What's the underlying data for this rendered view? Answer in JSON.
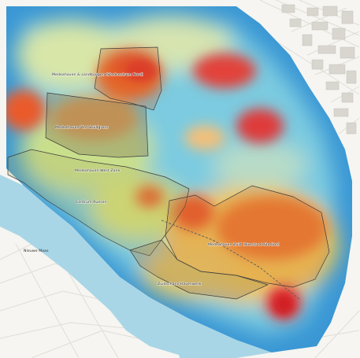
{
  "map": {
    "colors": {
      "background": "#f6f5f1",
      "river": "#a9d6e6",
      "heat_low": "#2e8fd1",
      "heat_low_mid": "#6ec2de",
      "heat_mid": "#cfe49c",
      "heat_mid_high": "#f0c24a",
      "heat_high": "#ef6a2a",
      "heat_peak": "#e0262a",
      "district_outline": "#3c3c3c"
    },
    "district_labels": [
      "Medeahaven & Landbougen (Stedcentrum Nord)",
      "Medeahaven Vest Zuidgrens",
      "Medeahaven West Zone",
      "Centrum Ruesen",
      "Medeahaven Zuid (Ruestraat Stadion)",
      "Zuidschans Havenwerk"
    ],
    "river_label": "Nieuwe Maas"
  }
}
